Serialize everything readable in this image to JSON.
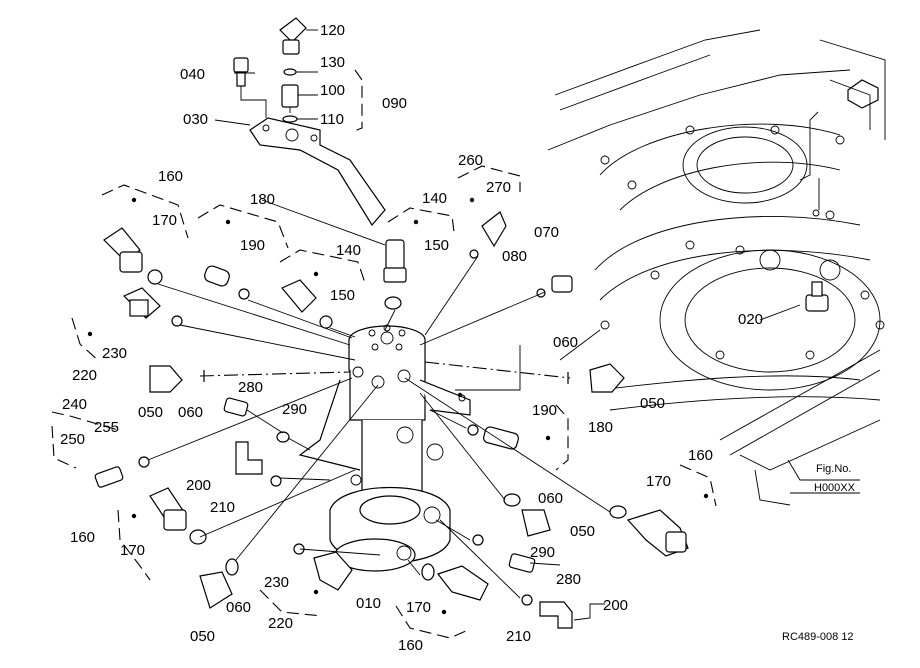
{
  "figure": {
    "ref_code": "RC489-008 12",
    "fig_label": "Fig.No.",
    "fig_number": "H000XX"
  },
  "callouts": [
    {
      "id": "c120",
      "text": "120"
    },
    {
      "id": "c130",
      "text": "130"
    },
    {
      "id": "c040",
      "text": "040"
    },
    {
      "id": "c100",
      "text": "100"
    },
    {
      "id": "c090",
      "text": "090"
    },
    {
      "id": "c030",
      "text": "030"
    },
    {
      "id": "c110",
      "text": "110"
    },
    {
      "id": "c260",
      "text": "260"
    },
    {
      "id": "c270",
      "text": "270"
    },
    {
      "id": "c160a",
      "text": "160"
    },
    {
      "id": "c140a",
      "text": "140"
    },
    {
      "id": "c180a",
      "text": "180"
    },
    {
      "id": "c170a",
      "text": "170"
    },
    {
      "id": "c070",
      "text": "070"
    },
    {
      "id": "c150a",
      "text": "150"
    },
    {
      "id": "c080",
      "text": "080"
    },
    {
      "id": "c190a",
      "text": "190"
    },
    {
      "id": "c140b",
      "text": "140"
    },
    {
      "id": "c150b",
      "text": "150"
    },
    {
      "id": "c020",
      "text": "020"
    },
    {
      "id": "c230a",
      "text": "230"
    },
    {
      "id": "c220a",
      "text": "220"
    },
    {
      "id": "c060a",
      "text": "060"
    },
    {
      "id": "c050a",
      "text": "050"
    },
    {
      "id": "c060b",
      "text": "060"
    },
    {
      "id": "c280a",
      "text": "280"
    },
    {
      "id": "c050b",
      "text": "050"
    },
    {
      "id": "c240",
      "text": "240"
    },
    {
      "id": "c290a",
      "text": "290"
    },
    {
      "id": "c190b",
      "text": "190"
    },
    {
      "id": "c255",
      "text": "255"
    },
    {
      "id": "c180b",
      "text": "180"
    },
    {
      "id": "c250",
      "text": "250"
    },
    {
      "id": "c160b",
      "text": "160"
    },
    {
      "id": "c200a",
      "text": "200"
    },
    {
      "id": "c170b",
      "text": "170"
    },
    {
      "id": "c210a",
      "text": "210"
    },
    {
      "id": "c060c",
      "text": "060"
    },
    {
      "id": "c050c",
      "text": "050"
    },
    {
      "id": "c160c",
      "text": "160"
    },
    {
      "id": "c290b",
      "text": "290"
    },
    {
      "id": "c170c",
      "text": "170"
    },
    {
      "id": "c280b",
      "text": "280"
    },
    {
      "id": "c230b",
      "text": "230"
    },
    {
      "id": "c010",
      "text": "010"
    },
    {
      "id": "c200b",
      "text": "200"
    },
    {
      "id": "c060d",
      "text": "060"
    },
    {
      "id": "c170d",
      "text": "170"
    },
    {
      "id": "c220b",
      "text": "220"
    },
    {
      "id": "c210b",
      "text": "210"
    },
    {
      "id": "c050d",
      "text": "050"
    },
    {
      "id": "c160d",
      "text": "160"
    }
  ]
}
